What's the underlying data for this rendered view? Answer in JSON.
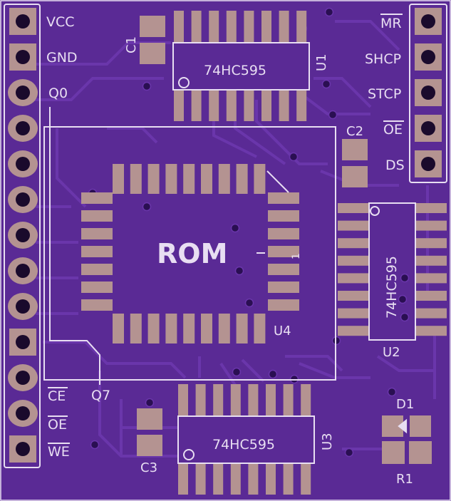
{
  "colors": {
    "board": "#5a2a95",
    "trace": "#6a36ab",
    "pad": "#b49391",
    "silk": "#e8def2",
    "hole": "#1a0a2c"
  },
  "left_header": {
    "labels": [
      "VCC",
      "GND",
      "Q0",
      "Q7"
    ],
    "bottom_labels": [
      {
        "text": "CE",
        "overline": true
      },
      {
        "text": "OE",
        "overline": true
      },
      {
        "text": "WE",
        "overline": true
      }
    ]
  },
  "right_header": {
    "labels": [
      {
        "text": "MR",
        "overline": true
      },
      {
        "text": "SHCP",
        "overline": false
      },
      {
        "text": "STCP",
        "overline": false
      },
      {
        "text": "OE",
        "overline": true
      },
      {
        "text": "DS",
        "overline": false
      }
    ]
  },
  "chips": {
    "u1": {
      "ref": "U1",
      "part": "74HC595"
    },
    "u2": {
      "ref": "U2",
      "part": "74HC595"
    },
    "u3": {
      "ref": "U3",
      "part": "74HC595"
    },
    "u4": {
      "ref": "U4",
      "part": "ROM"
    }
  },
  "passives": {
    "c1": "C1",
    "c2": "C2",
    "c3": "C3",
    "d1": "D1",
    "r1": "R1"
  },
  "rom_pin1_mark": "1"
}
